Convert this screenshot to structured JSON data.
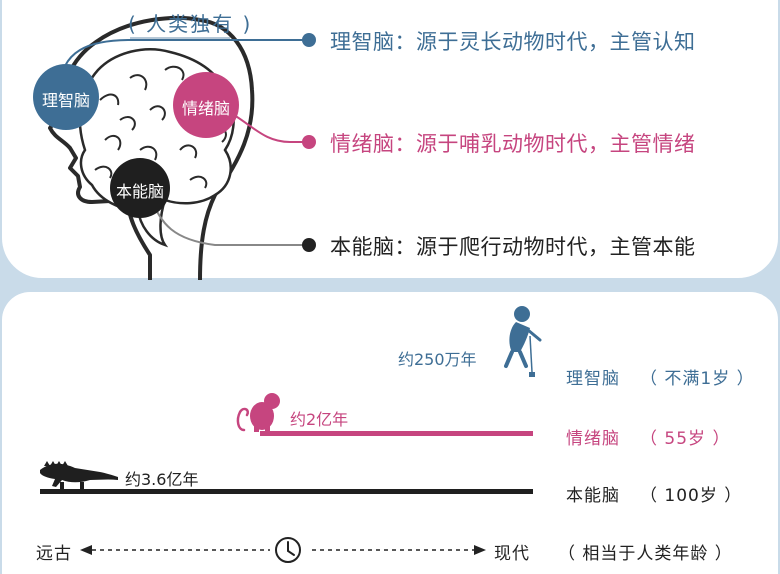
{
  "colors": {
    "blue": "#3e6e95",
    "pink": "#c6457f",
    "dark": "#222222",
    "background": "#c9dbe9"
  },
  "top_panel": {
    "human_only_label": "( 人类独有 )",
    "circles": {
      "rational": "理智脑",
      "emotional": "情绪脑",
      "instinct": "本能脑"
    },
    "legend": [
      {
        "text": "理智脑：源于灵长动物时代，主管认知",
        "color": "blue"
      },
      {
        "text": "情绪脑：源于哺乳动物时代，主管情绪",
        "color": "pink"
      },
      {
        "text": "本能脑：源于爬行动物时代，主管本能",
        "color": "dark"
      }
    ]
  },
  "timeline": {
    "rows": [
      {
        "age_label": "约250万年",
        "brain": "理智脑",
        "relative_age": "（ 不满1岁 ）",
        "color": "blue",
        "icon": "primate-icon"
      },
      {
        "age_label": "约2亿年",
        "brain": "情绪脑",
        "relative_age": "（ 55岁 ）",
        "color": "pink",
        "icon": "monkey-icon"
      },
      {
        "age_label": "约3.6亿年",
        "brain": "本能脑",
        "relative_age": "（ 100岁 ）",
        "color": "dark",
        "icon": "crocodile-icon"
      }
    ],
    "axis": {
      "left": "远古",
      "right": "现代",
      "note": "（ 相当于人类年龄 ）"
    }
  }
}
